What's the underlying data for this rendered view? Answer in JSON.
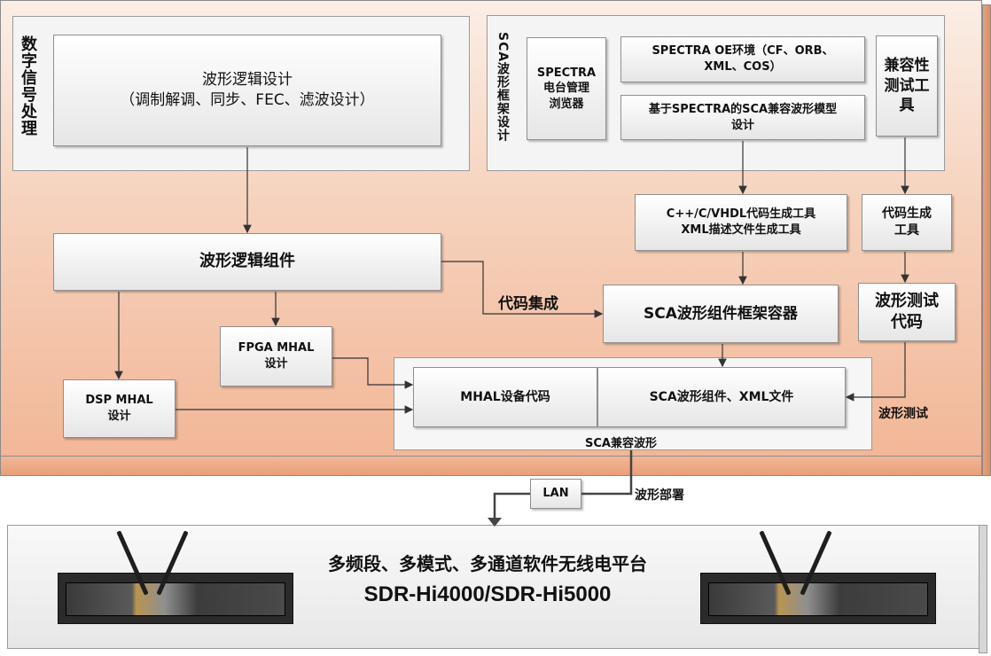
{
  "dsp": {
    "label": "数字信号处理"
  },
  "wave_logic_design": {
    "line1": "波形逻辑设计",
    "line2": "（调制解调、同步、FEC、滤波设计）"
  },
  "sca_framework": {
    "label": "SCA波形框架设计"
  },
  "spectra_browser": {
    "line1": "SPECTRA",
    "line2": "电台管理",
    "line3": "浏览器"
  },
  "spectra_oe": {
    "line1": "SPECTRA OE环境（CF、ORB、",
    "line2": "XML、COS）"
  },
  "sca_model": {
    "line1": "基于SPECTRA的SCA兼容波形模型",
    "line2": "设计"
  },
  "compat_tool": {
    "label": "兼容性测试工具"
  },
  "codegen_tools": {
    "line1": "C++/C/VHDL代码生成工具",
    "line2": "XML描述文件生成工具"
  },
  "codegen_tool2": {
    "line1": "代码生成",
    "line2": "工具"
  },
  "wave_logic_component": {
    "label": "波形逻辑组件"
  },
  "code_integration": {
    "label": "代码集成"
  },
  "sca_container": {
    "label": "SCA波形组件框架容器"
  },
  "wave_test_code": {
    "line1": "波形测试",
    "line2": "代码"
  },
  "fpga_mhal": {
    "line1": "FPGA MHAL",
    "line2": "设计"
  },
  "dsp_mhal": {
    "line1": "DSP MHAL",
    "line2": "设计"
  },
  "mhal_device_code": {
    "label": "MHAL设备代码"
  },
  "sca_components_xml": {
    "label": "SCA波形组件、XML文件"
  },
  "sca_compat_waveform": {
    "label": "SCA兼容波形"
  },
  "wave_test": {
    "label": "波形测试"
  },
  "lan": {
    "label": "LAN"
  },
  "wave_deploy": {
    "label": "波形部署"
  },
  "platform": {
    "line1": "多频段、多模式、多通道软件无线电平台",
    "line2": "SDR-Hi4000/SDR-Hi5000"
  },
  "colors": {
    "platform_orange": "#f2b797",
    "box_fill": "#e6e6e6",
    "panel_fill": "#f4f4f4"
  }
}
